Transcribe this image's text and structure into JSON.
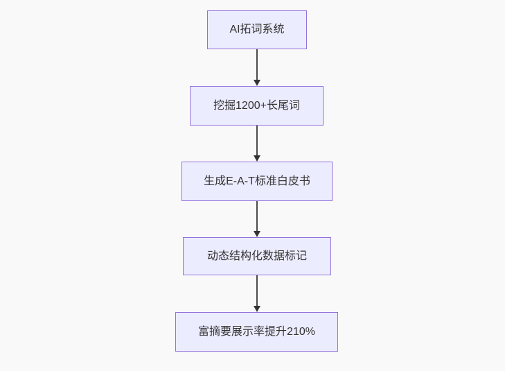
{
  "canvas": {
    "background_color": "#f9f9f9"
  },
  "flowchart": {
    "type": "flowchart",
    "direction": "top-down",
    "node_fill_color": "#ececff",
    "node_border_color": "#9370db",
    "node_text_color": "#333333",
    "edge_line_color": "#4a4a4a",
    "arrowhead_color": "#333333",
    "nodes": [
      {
        "label": "AI拓词系统"
      },
      {
        "label": "挖掘1200+长尾词"
      },
      {
        "label": "生成E-A-T标准白皮书"
      },
      {
        "label": "动态结构化数据标记"
      },
      {
        "label": "富摘要展示率提升210%"
      }
    ],
    "edges": [
      {
        "from": "AI拓词系统",
        "to": "挖掘1200+长尾词"
      },
      {
        "from": "挖掘1200+长尾词",
        "to": "生成E-A-T标准白皮书"
      },
      {
        "from": "生成E-A-T标准白皮书",
        "to": "动态结构化数据标记"
      },
      {
        "from": "动态结构化数据标记",
        "to": "富摘要展示率提升210%"
      }
    ]
  }
}
